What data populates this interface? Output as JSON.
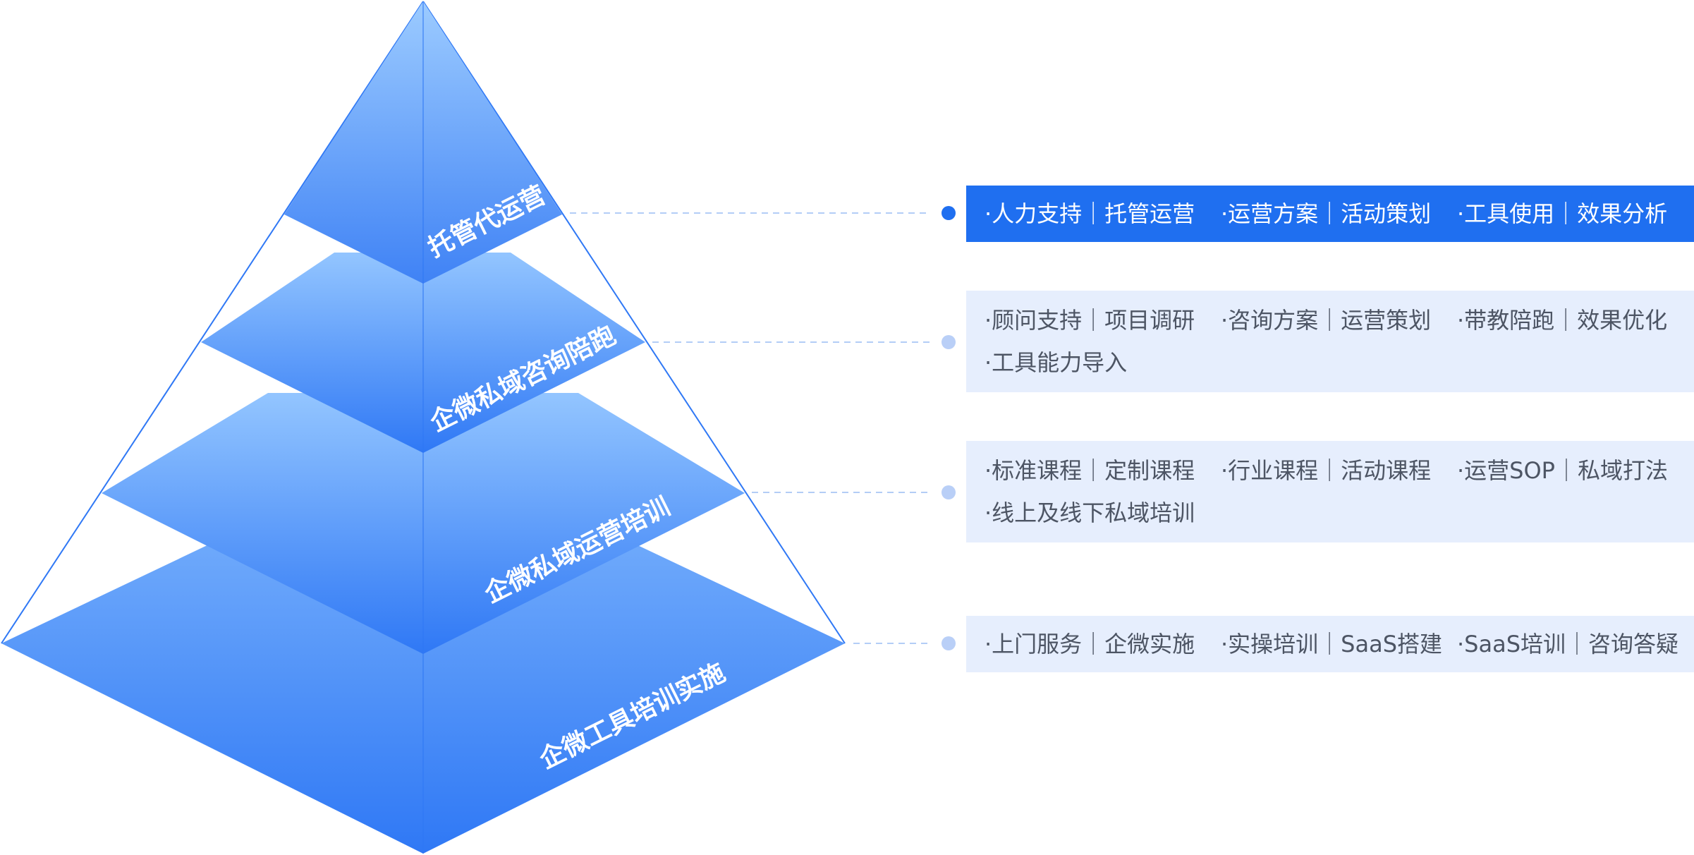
{
  "tiers": [
    {
      "label": "托管代运营",
      "highlighted": true,
      "rows": [
        [
          "·人力支持｜托管运营",
          "·运营方案｜活动策划",
          "·工具使用｜效果分析"
        ]
      ]
    },
    {
      "label": "企微私域咨询陪跑",
      "highlighted": false,
      "rows": [
        [
          "·顾问支持｜项目调研",
          "·咨询方案｜运营策划",
          "·带教陪跑｜效果优化"
        ],
        [
          "·工具能力导入"
        ]
      ]
    },
    {
      "label": "企微私域运营培训",
      "highlighted": false,
      "rows": [
        [
          "·标准课程｜定制课程",
          "·行业课程｜活动课程",
          "·运营SOP｜私域打法"
        ],
        [
          "·线上及线下私域培训"
        ]
      ]
    },
    {
      "label": "企微工具培训实施",
      "highlighted": false,
      "rows": [
        [
          "·上门服务｜企微实施",
          "·实操培训｜SaaS搭建",
          "·SaaS培训｜咨询答疑"
        ]
      ]
    }
  ],
  "colors": {
    "accent": "#1f6ff0",
    "panel_muted": "#e6eefd",
    "dot_muted": "#b9cff7",
    "pyramid_light": "#8ec3ff",
    "pyramid_dark": "#2f78f5"
  }
}
